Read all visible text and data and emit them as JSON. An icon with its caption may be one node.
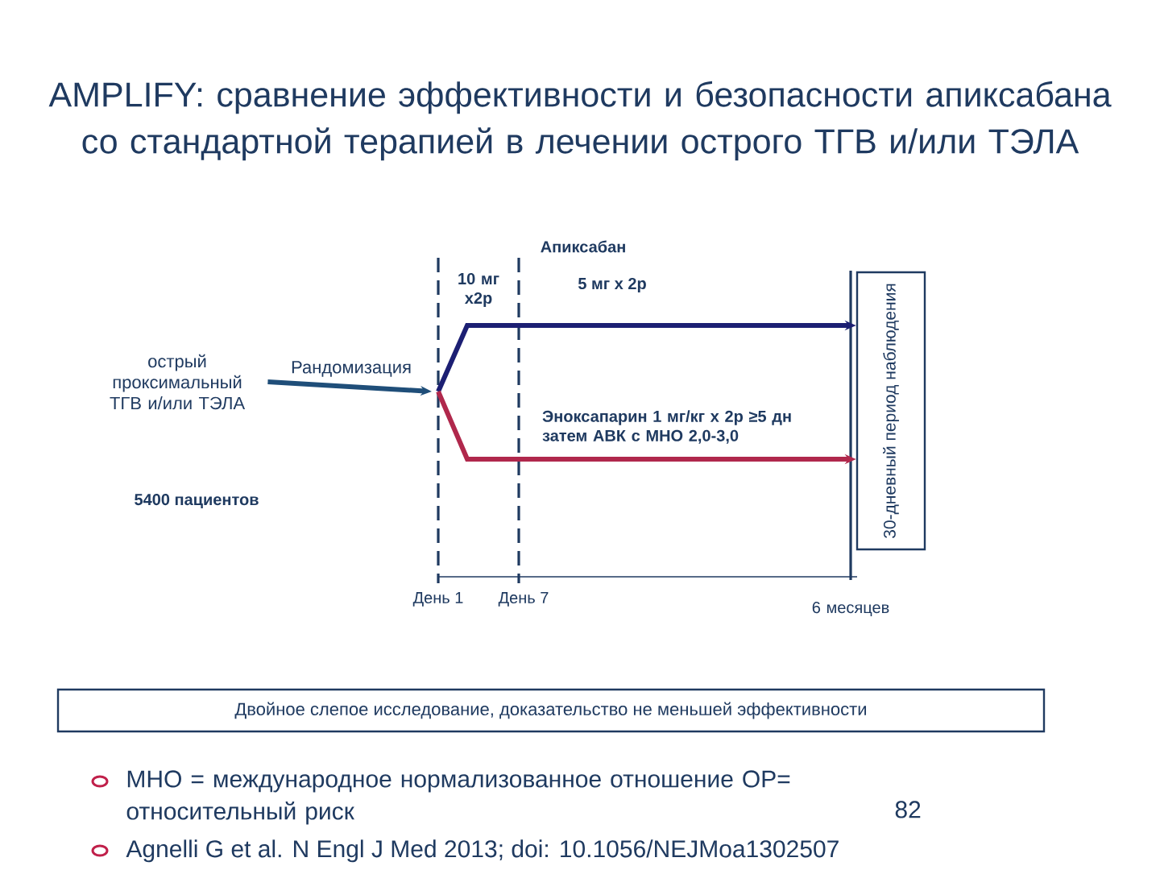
{
  "diagram": {
    "title": "AMPLIFY: сравнение эффективности и безопасности апиксабана со стандартной терапией в лечении острого ТГВ и/или ТЭЛА",
    "nodes": [
      {
        "text": [
          "острый проксимальный ТГВ и/или ТЭЛА"
        ]
      },
      {
        "text": [
          "30-дневный период наблюдения"
        ]
      },
      {
        "text": [
          "Двойное слепое исследование, доказательство не меньшей эффективности"
        ]
      }
    ],
    "edges": [
      {
        "from": 0,
        "to": null,
        "arrow": "to",
        "label": "Рандомизация",
        "color": "#1f4e79"
      },
      {
        "from": null,
        "to": 1,
        "arrow": "to",
        "color": "#1c1f73"
      },
      {
        "from": null,
        "to": 1,
        "arrow": "to",
        "color": "#b0284c"
      }
    ],
    "labels": [
      "Апиксабан",
      "10 мг х2р",
      "5 мг х 2р",
      "Эноксапарин 1 мг/кг х 2р ≥5 дн затем АВК с МНО 2,0-3,0",
      "5400 пациентов",
      "День 1",
      "День 7",
      "6 месяцев",
      "МНО = международное нормализованное отношение ОР= относительный риск",
      "82",
      "Agnelli G et al. N Engl J Med 2013; doi: 10.1056/NEJMoa1302507"
    ]
  }
}
